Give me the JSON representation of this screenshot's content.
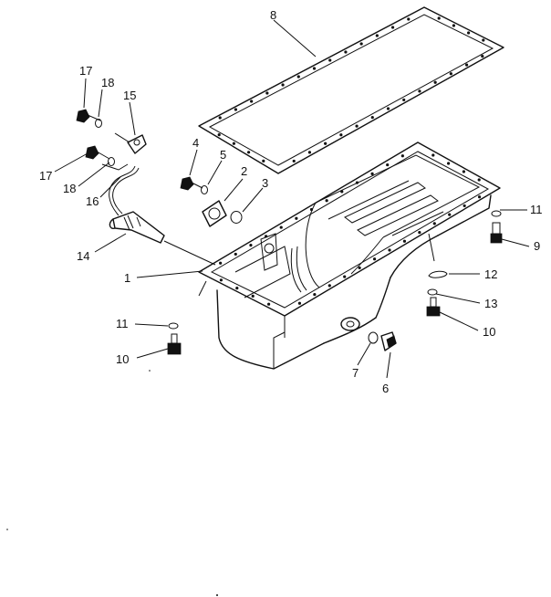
{
  "diagram": {
    "callouts": [
      {
        "id": "c8",
        "label": "8"
      },
      {
        "id": "c17a",
        "label": "17"
      },
      {
        "id": "c18a",
        "label": "18"
      },
      {
        "id": "c15",
        "label": "15"
      },
      {
        "id": "c4",
        "label": "4"
      },
      {
        "id": "c5",
        "label": "5"
      },
      {
        "id": "c2",
        "label": "2"
      },
      {
        "id": "c3",
        "label": "3"
      },
      {
        "id": "c17b",
        "label": "17"
      },
      {
        "id": "c18b",
        "label": "18"
      },
      {
        "id": "c16",
        "label": "16"
      },
      {
        "id": "c14",
        "label": "14"
      },
      {
        "id": "c11a",
        "label": "11"
      },
      {
        "id": "c9",
        "label": "9"
      },
      {
        "id": "c1",
        "label": "1"
      },
      {
        "id": "c12",
        "label": "12"
      },
      {
        "id": "c13",
        "label": "13"
      },
      {
        "id": "c10a",
        "label": "10"
      },
      {
        "id": "c11b",
        "label": "11"
      },
      {
        "id": "c10b",
        "label": "10"
      },
      {
        "id": "c7",
        "label": "7"
      },
      {
        "id": "c6",
        "label": "6"
      }
    ]
  }
}
